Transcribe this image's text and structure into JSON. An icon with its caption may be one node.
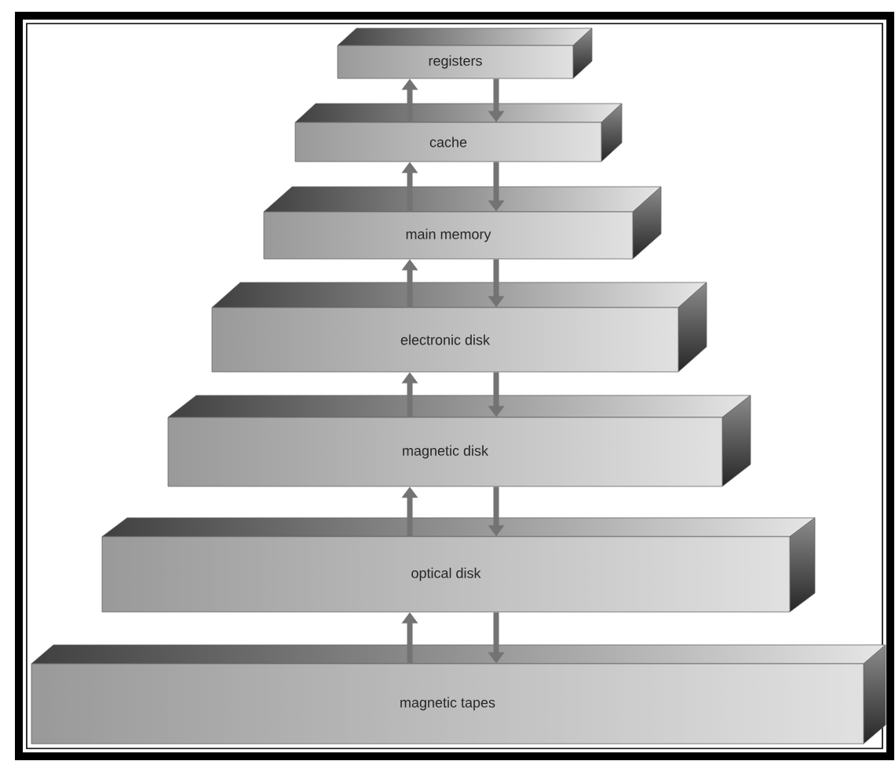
{
  "diagram": {
    "nodes": [
      {
        "text": [
          "registers"
        ]
      },
      {
        "text": [
          "cache"
        ]
      },
      {
        "text": [
          "main memory"
        ]
      },
      {
        "text": [
          "electronic disk"
        ]
      },
      {
        "text": [
          "magnetic disk"
        ]
      },
      {
        "text": [
          "optical disk"
        ]
      },
      {
        "text": [
          "magnetic tapes"
        ]
      }
    ],
    "edges": [
      {
        "from": 1,
        "to": 0,
        "arrow": "to"
      },
      {
        "from": 0,
        "to": 1,
        "arrow": "to"
      },
      {
        "from": 2,
        "to": 1,
        "arrow": "to"
      },
      {
        "from": 1,
        "to": 2,
        "arrow": "to"
      },
      {
        "from": 3,
        "to": 2,
        "arrow": "to"
      },
      {
        "from": 2,
        "to": 3,
        "arrow": "to"
      },
      {
        "from": 4,
        "to": 3,
        "arrow": "to"
      },
      {
        "from": 3,
        "to": 4,
        "arrow": "to"
      },
      {
        "from": 5,
        "to": 4,
        "arrow": "to"
      },
      {
        "from": 4,
        "to": 5,
        "arrow": "to"
      },
      {
        "from": 6,
        "to": 5,
        "arrow": "to"
      },
      {
        "from": 5,
        "to": 6,
        "arrow": "to"
      }
    ]
  }
}
